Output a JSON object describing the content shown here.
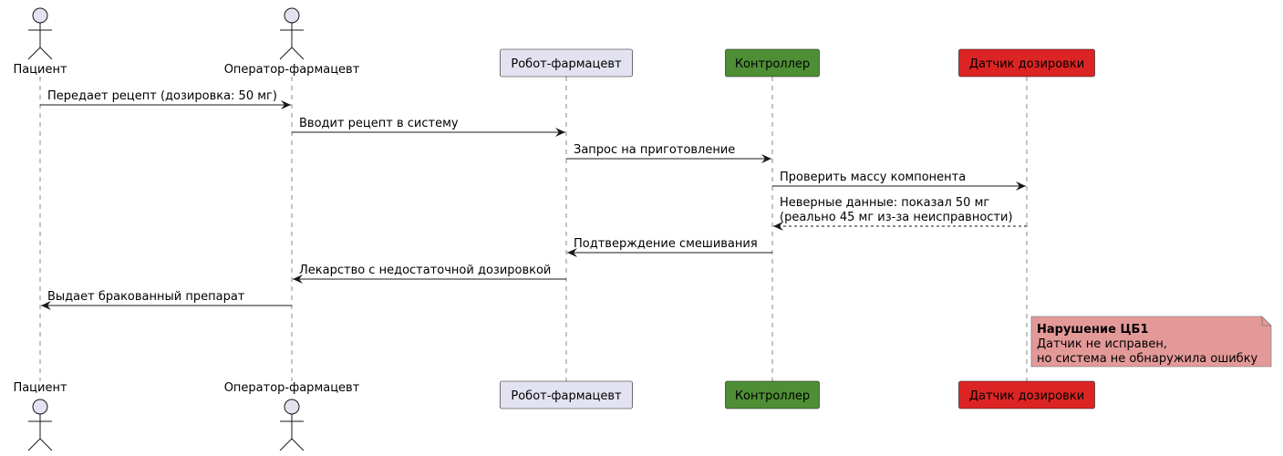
{
  "participants": [
    {
      "id": "patient",
      "label": "Пациент",
      "kind": "actor"
    },
    {
      "id": "operator",
      "label": "Оператор-фармацевт",
      "kind": "actor"
    },
    {
      "id": "robot",
      "label": "Робот-фармацевт",
      "kind": "box",
      "fill": "#E2E2F0",
      "stroke": "#181818"
    },
    {
      "id": "controller",
      "label": "Контроллер",
      "kind": "box",
      "fill": "#4E8F35",
      "stroke": "#181818"
    },
    {
      "id": "sensor",
      "label": "Датчик дозировки",
      "kind": "box",
      "fill": "#DC2424",
      "stroke": "#181818"
    }
  ],
  "messages": [
    {
      "from": "patient",
      "to": "operator",
      "lines": [
        "Передает рецепт (дозировка: 50 мг)"
      ],
      "style": "solid"
    },
    {
      "from": "operator",
      "to": "robot",
      "lines": [
        "Вводит рецепт в систему"
      ],
      "style": "solid"
    },
    {
      "from": "robot",
      "to": "controller",
      "lines": [
        "Запрос на приготовление"
      ],
      "style": "solid"
    },
    {
      "from": "controller",
      "to": "sensor",
      "lines": [
        "Проверить массу компонента"
      ],
      "style": "solid"
    },
    {
      "from": "sensor",
      "to": "controller",
      "lines": [
        "Неверные данные: показал 50 мг",
        "(реально 45 мг из-за неисправности)"
      ],
      "style": "dashed"
    },
    {
      "from": "controller",
      "to": "robot",
      "lines": [
        "Подтверждение смешивания"
      ],
      "style": "solid"
    },
    {
      "from": "robot",
      "to": "operator",
      "lines": [
        "Лекарство с недостаточной дозировкой"
      ],
      "style": "solid"
    },
    {
      "from": "operator",
      "to": "patient",
      "lines": [
        "Выдает бракованный препарат"
      ],
      "style": "solid"
    }
  ],
  "note": {
    "title": "Нарушение ЦБ1",
    "lines": [
      "Датчик не исправен,",
      "но система не обнаружила ошибку"
    ],
    "fill": "#E49999",
    "stroke": "#666666"
  },
  "colors": {
    "actor_fill": "#E2E2F0",
    "line": "#181818",
    "lifeline": "#888888"
  }
}
